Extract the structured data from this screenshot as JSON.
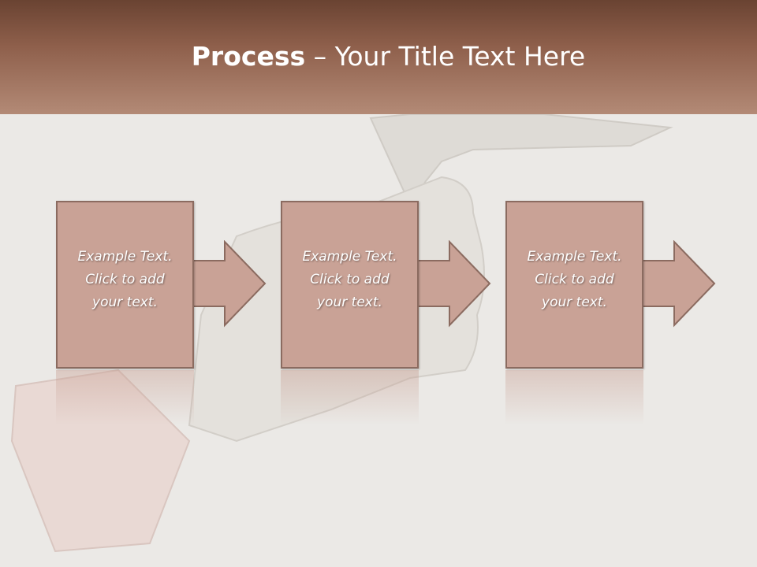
{
  "slide": {
    "title_bold": "Process",
    "title_rest": " – Your Title Text Here"
  },
  "steps": [
    {
      "text": "Example Text.\nClick  to add\nyour text."
    },
    {
      "text": "Example Text.\nClick  to add\nyour text."
    },
    {
      "text": "Example Text.\nClick  to add\nyour text."
    }
  ],
  "colors": {
    "header_top": "#6a4332",
    "header_bottom": "#b38a76",
    "box_fill": "#c9a296",
    "box_border": "#8b6b60",
    "background": "#ebe9e6"
  }
}
